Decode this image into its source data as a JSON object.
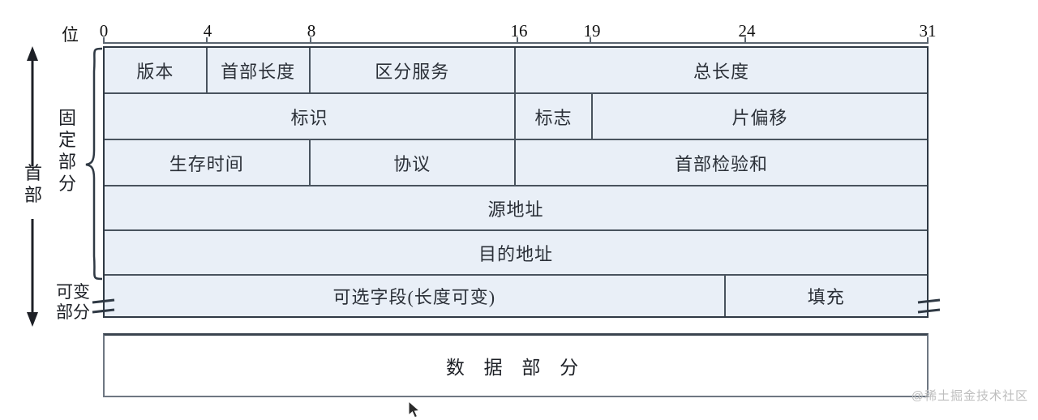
{
  "diagram": {
    "title_watermark": "@稀土掘金技术社区",
    "bit_axis": {
      "unit_label": "位",
      "ticks": [
        {
          "label": "0",
          "bit": 0
        },
        {
          "label": "4",
          "bit": 4
        },
        {
          "label": "8",
          "bit": 8
        },
        {
          "label": "16",
          "bit": 16
        },
        {
          "label": "19",
          "bit": 19
        },
        {
          "label": "24",
          "bit": 24
        },
        {
          "label": "31",
          "bit": 31
        }
      ]
    },
    "side_labels": {
      "header_arrow": "首部",
      "fixed_part": "固定部分",
      "variable_part_line1": "可变",
      "variable_part_line2": "部分"
    },
    "rows": [
      {
        "name": "row-1",
        "cells": [
          {
            "label": "版本",
            "bits": 4
          },
          {
            "label": "首部长度",
            "bits": 4
          },
          {
            "label": "区分服务",
            "bits": 8
          },
          {
            "label": "总长度",
            "bits": 16
          }
        ]
      },
      {
        "name": "row-2",
        "cells": [
          {
            "label": "标识",
            "bits": 16
          },
          {
            "label": "标志",
            "bits": 3
          },
          {
            "label": "片偏移",
            "bits": 13
          }
        ]
      },
      {
        "name": "row-3",
        "cells": [
          {
            "label": "生存时间",
            "bits": 8
          },
          {
            "label": "协议",
            "bits": 8
          },
          {
            "label": "首部检验和",
            "bits": 16
          }
        ]
      },
      {
        "name": "row-4",
        "cells": [
          {
            "label": "源地址",
            "bits": 32
          }
        ]
      },
      {
        "name": "row-5",
        "cells": [
          {
            "label": "目的地址",
            "bits": 32
          }
        ]
      },
      {
        "name": "row-options",
        "cells": [
          {
            "label": "可选字段(长度可变)",
            "bits": 24
          },
          {
            "label": "填充",
            "bits": 8
          }
        ]
      }
    ],
    "data_part": {
      "label": "数 据 部 分"
    },
    "colors": {
      "cell_fill": "#e9eff7",
      "cell_border": "#49535e",
      "outer_border": "#2f3944",
      "data_fill": "#ffffff",
      "text": "#2b3038"
    }
  }
}
